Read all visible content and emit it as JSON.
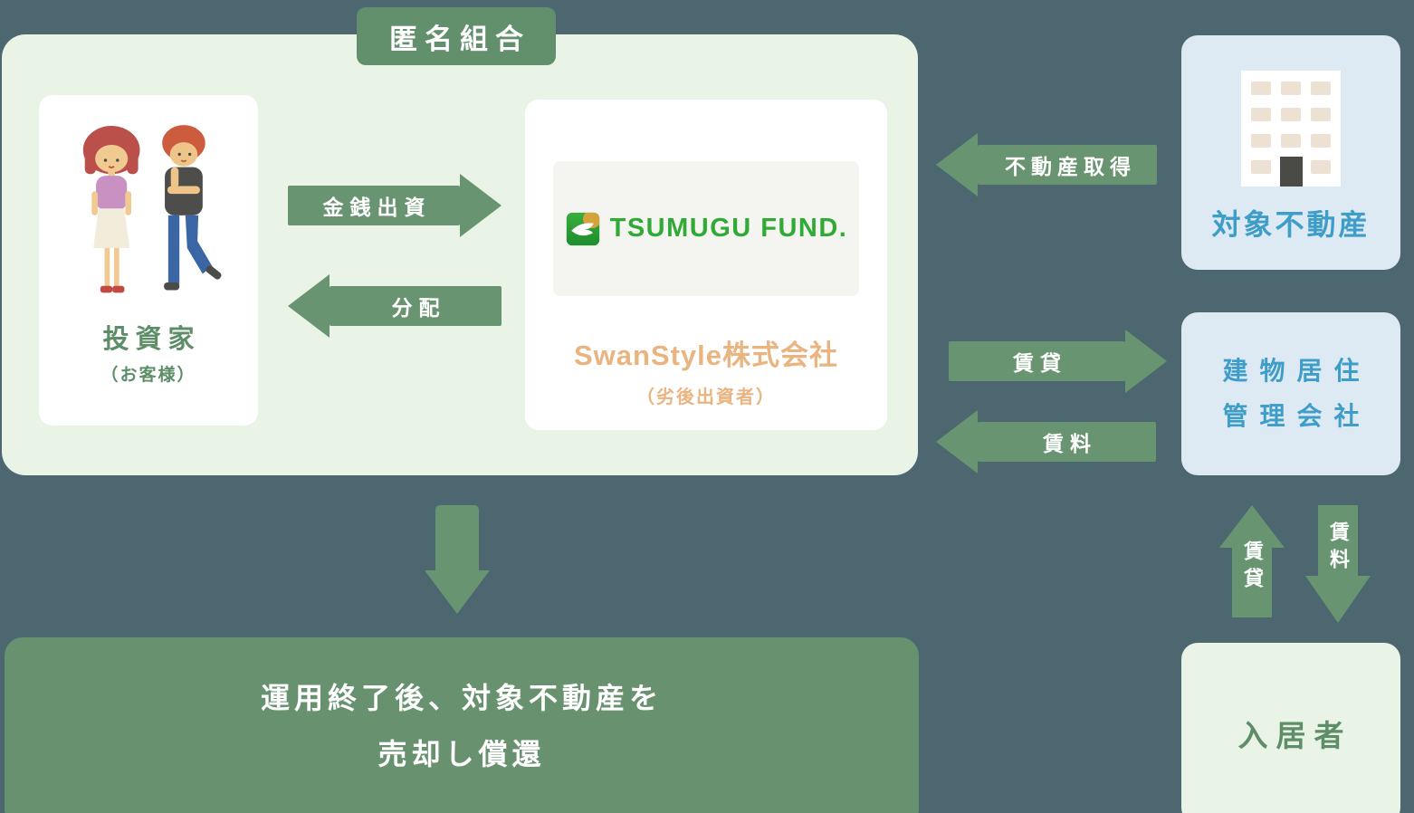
{
  "colors": {
    "background": "#4d6770",
    "panel_green": "#e9f4e6",
    "accent_green": "#689471",
    "light_blue_box": "#ddeaf3",
    "blue_text": "#3f9dc9",
    "green_text": "#5d8e68",
    "orange_text": "#eab480",
    "logo_green": "#2faa35"
  },
  "partnership": {
    "label": "匿名組合",
    "investor": {
      "title": "投資家",
      "subtitle": "（お客様）"
    },
    "fund": {
      "logo": "TSUMUGU FUND.",
      "company": "SwanStyle株式会社",
      "role": "（劣後出資者）"
    }
  },
  "flows": {
    "money_investment": "金銭出資",
    "distribution": "分配",
    "property_acquisition": "不動産取得",
    "lease": "賃貸",
    "rent": "賃料",
    "lease_vertical": "賃貸",
    "rent_vertical": "賃料"
  },
  "entities": {
    "property": "対象不動産",
    "management_line1": "建物居住",
    "management_line2": "管理会社",
    "resident": "入居者"
  },
  "exit": {
    "line1": "運用終了後、対象不動産を",
    "line2": "売却し償還"
  }
}
